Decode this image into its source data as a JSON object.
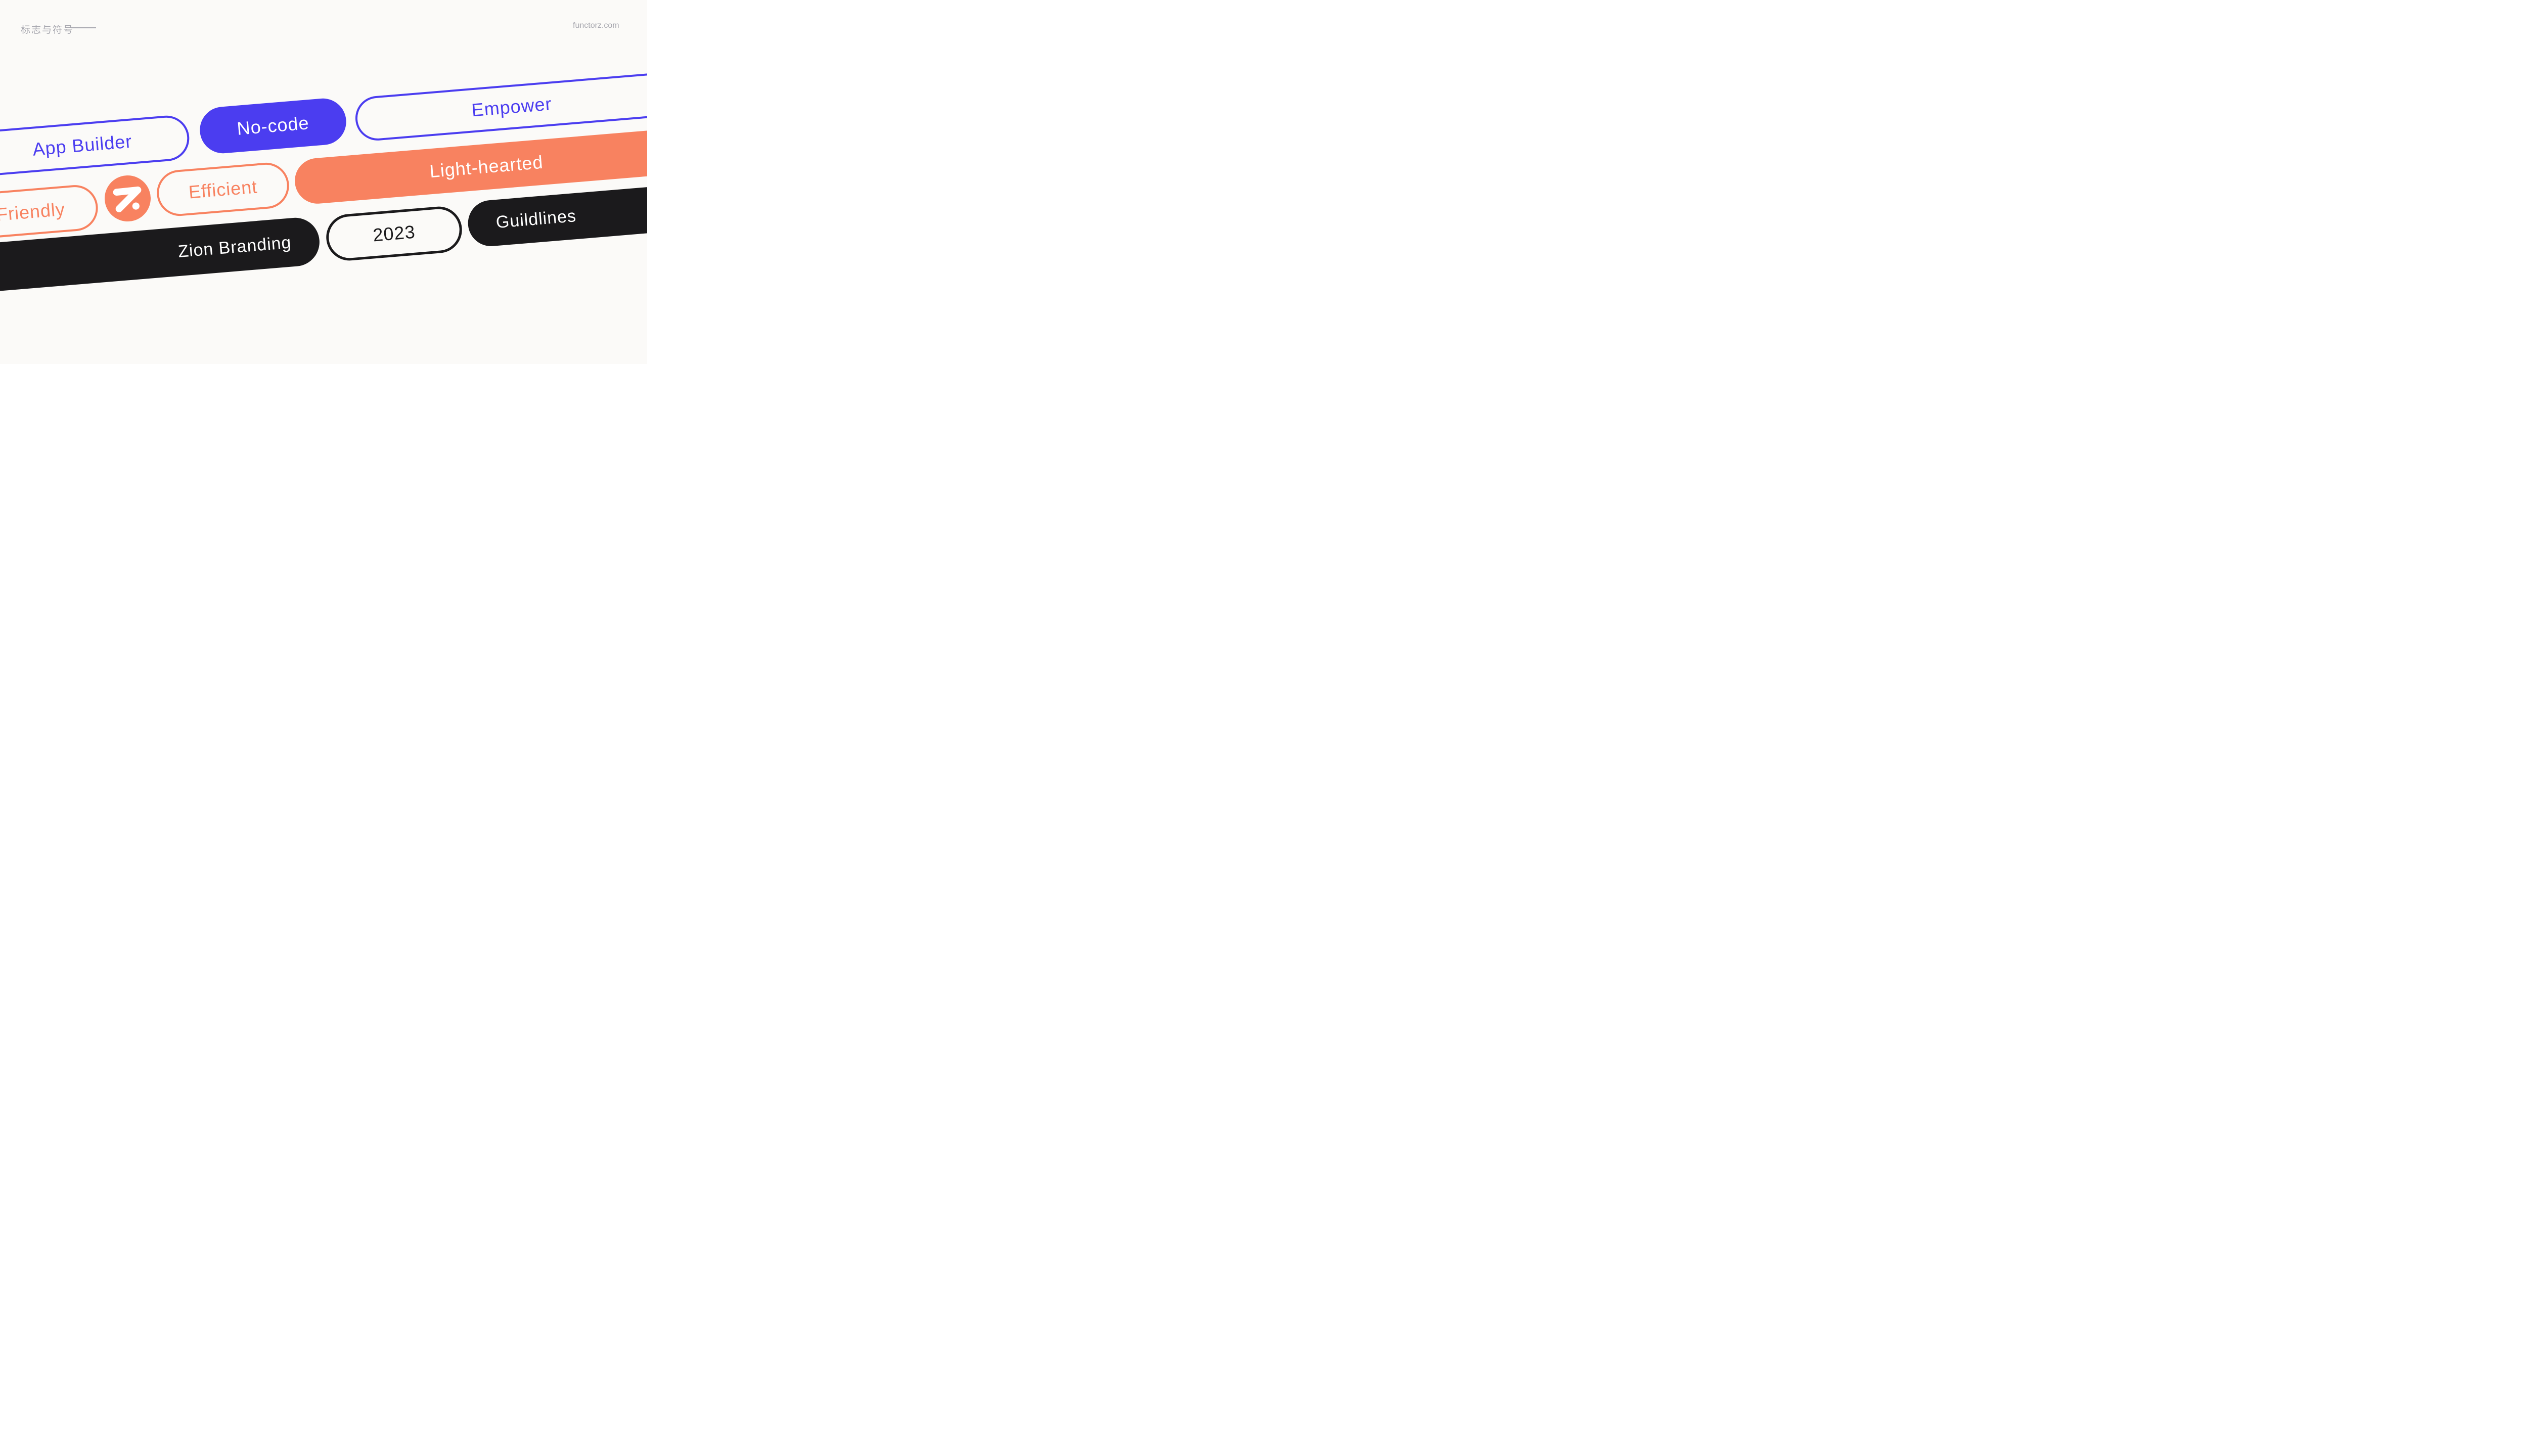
{
  "header": {
    "section_label": "标志与符号",
    "website": "functorz.com"
  },
  "colors": {
    "background": "#FBFAF8",
    "blue": "#4B3DF0",
    "orange": "#F88260",
    "black": "#1B1A1C",
    "gray": "#A5A5AD",
    "white": "#FFFFFF"
  },
  "pills": {
    "app_builder": {
      "label": "App Builder",
      "variant": "outline",
      "color": "blue"
    },
    "no_code": {
      "label": "No-code",
      "variant": "solid",
      "color": "blue"
    },
    "empower": {
      "label": "Empower",
      "variant": "outline",
      "color": "blue"
    },
    "friendly": {
      "label": "Friendly",
      "variant": "outline",
      "color": "orange"
    },
    "efficient": {
      "label": "Efficient",
      "variant": "outline",
      "color": "orange"
    },
    "light_hearted": {
      "label": "Light-hearted",
      "variant": "solid",
      "color": "orange"
    },
    "zion_branding": {
      "label": "Zion Branding",
      "variant": "solid",
      "color": "black"
    },
    "year": {
      "label": "2023",
      "variant": "outline",
      "color": "black"
    },
    "guildlines": {
      "label": "Guildlines",
      "variant": "solid",
      "color": "black"
    }
  },
  "logo": {
    "name": "zion-logo",
    "glyph": "z-bolt-with-dot",
    "background": "#F88260",
    "glyph_color": "#FFFFFF"
  }
}
